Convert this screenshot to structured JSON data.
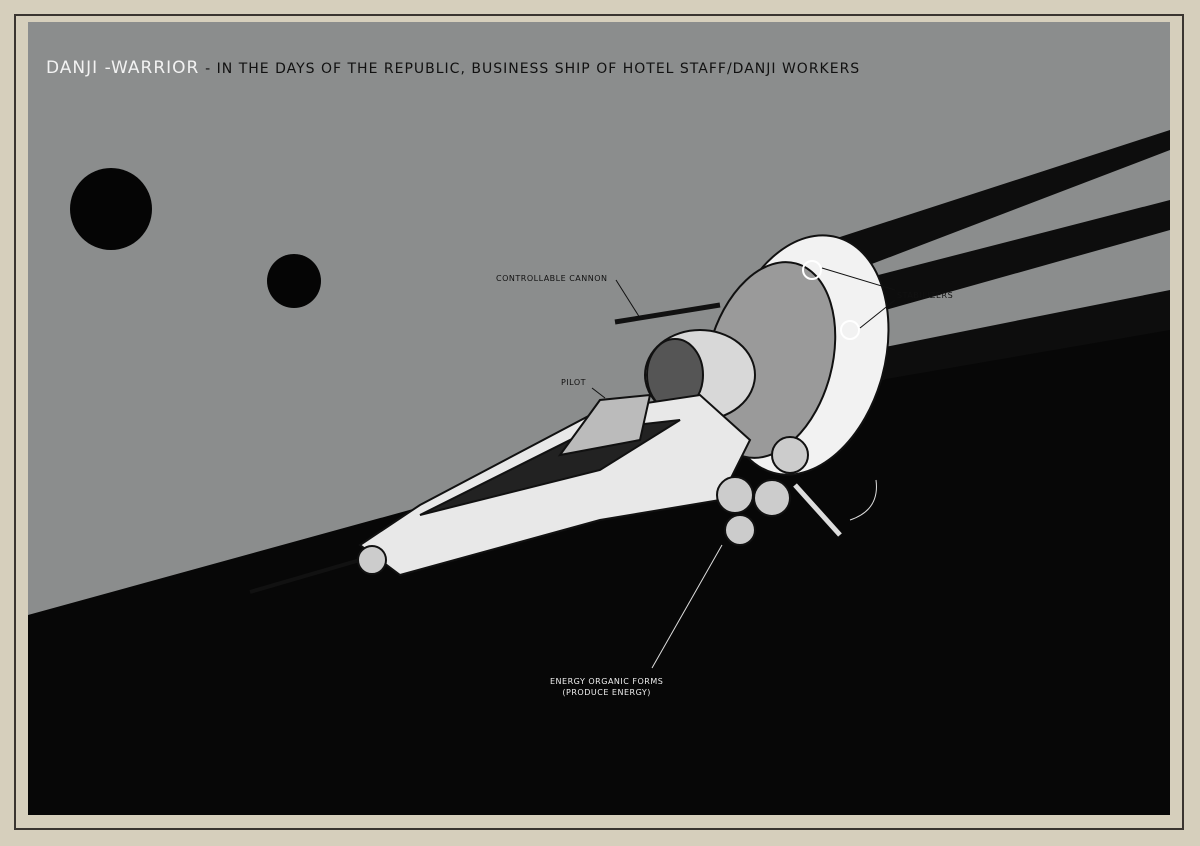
{
  "title": {
    "main": "DANJI -WARRIOR",
    "subtitle": "- IN THE DAYS OF THE REPUBLIC, BUSINESS SHIP OF HOTEL STAFF/DANJI WORKERS"
  },
  "labels": {
    "cannon": "CONTROLLABLE CANNON",
    "stabilizers": "STABILIZERS",
    "pilot": "PILOT",
    "energy_line1": "ENERGY ORGANIC FORMS",
    "energy_line2": "(PRODUCE ENERGY)"
  }
}
